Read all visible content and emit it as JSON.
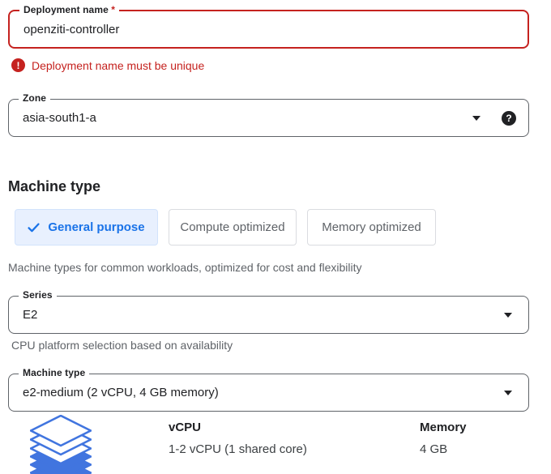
{
  "colors": {
    "error_red": "#c5221f",
    "accent_blue": "#1a73e8",
    "tab_selected_bg": "#e8f0fe",
    "field_border": "#5f6368",
    "icon_blue": "#4175df"
  },
  "deployment_name": {
    "label": "Deployment name",
    "required_marker": "*",
    "value": "openziti-controller",
    "error_message": "Deployment name must be unique"
  },
  "zone": {
    "label": "Zone",
    "value": "asia-south1-a"
  },
  "machine_section": {
    "heading": "Machine type",
    "tabs": [
      {
        "label": "General purpose",
        "selected": true
      },
      {
        "label": "Compute optimized",
        "selected": false
      },
      {
        "label": "Memory optimized",
        "selected": false
      }
    ],
    "description": "Machine types for common workloads, optimized for cost and flexibility"
  },
  "series": {
    "label": "Series",
    "value": "E2",
    "helper": "CPU platform selection based on availability"
  },
  "machine_type": {
    "label": "Machine type",
    "value": "e2-medium (2 vCPU, 4 GB memory)"
  },
  "specs": {
    "columns": [
      {
        "header": "vCPU",
        "value": "1-2 vCPU (1 shared core)"
      },
      {
        "header": "Memory",
        "value": "4 GB"
      }
    ]
  },
  "icons": {
    "help_glyph": "?",
    "error_glyph": "!"
  }
}
